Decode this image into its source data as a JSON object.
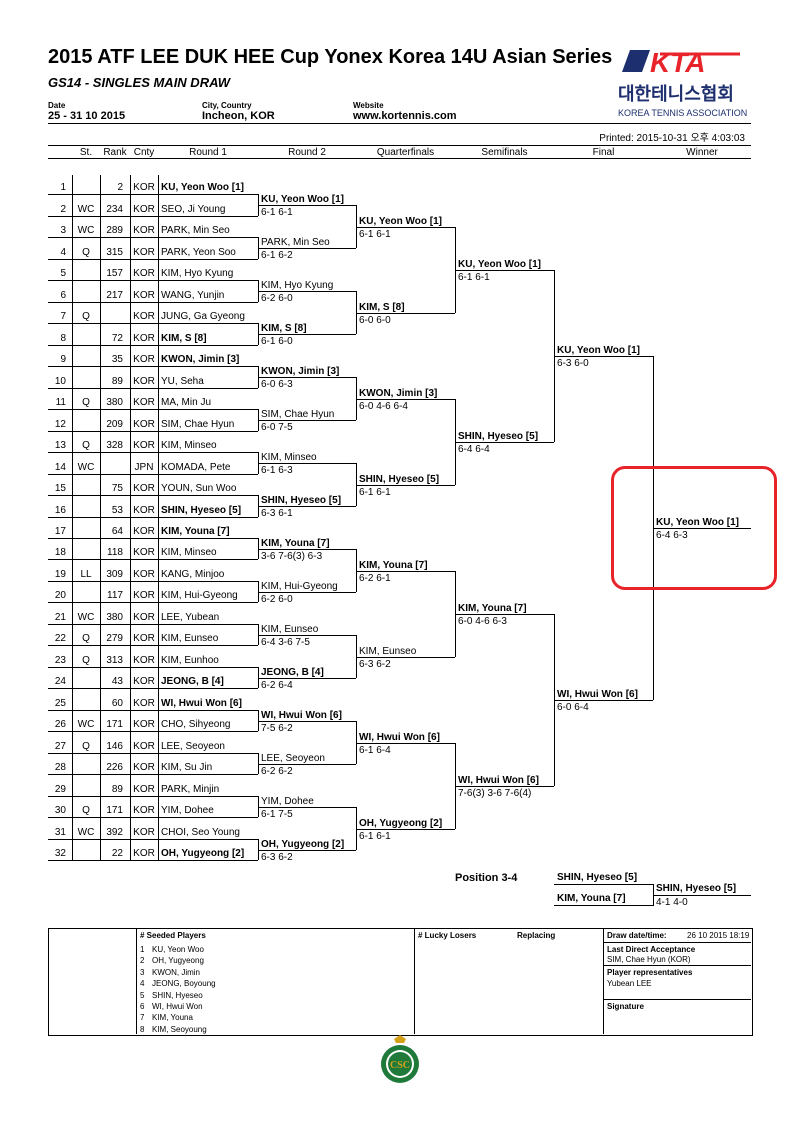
{
  "header": {
    "title": "2015 ATF LEE DUK HEE Cup Yonex Korea 14U Asian Series",
    "subtitle": "GS14 - SINGLES MAIN DRAW",
    "date_label": "Date",
    "date_value": "25 - 31 10 2015",
    "city_label": "City, Country",
    "city_value": "Incheon, KOR",
    "web_label": "Website",
    "web_value": "www.kortennis.com",
    "printed": "Printed: 2015-10-31 오후 4:03:03"
  },
  "logo": {
    "mark": "KTA",
    "korean": "대한테니스협회",
    "english": "KOREA TENNIS ASSOCIATION",
    "color": "#e8232a",
    "color2": "#1d2f6f"
  },
  "columns": {
    "st": "St.",
    "rank": "Rank",
    "cnty": "Cnty",
    "r1": "Round 1",
    "r2": "Round 2",
    "qf": "Quarterfinals",
    "sf": "Semifinals",
    "final": "Final",
    "winner": "Winner"
  },
  "entries": [
    {
      "n": "1",
      "st": "",
      "rank": "2",
      "cnty": "KOR",
      "name": "KU, Yeon Woo [1]",
      "bold": true
    },
    {
      "n": "2",
      "st": "WC",
      "rank": "234",
      "cnty": "KOR",
      "name": "SEO, Ji Young",
      "bold": false
    },
    {
      "n": "3",
      "st": "WC",
      "rank": "289",
      "cnty": "KOR",
      "name": "PARK, Min Seo",
      "bold": false
    },
    {
      "n": "4",
      "st": "Q",
      "rank": "315",
      "cnty": "KOR",
      "name": "PARK, Yeon Soo",
      "bold": false
    },
    {
      "n": "5",
      "st": "",
      "rank": "157",
      "cnty": "KOR",
      "name": "KIM, Hyo Kyung",
      "bold": false
    },
    {
      "n": "6",
      "st": "",
      "rank": "217",
      "cnty": "KOR",
      "name": "WANG, Yunjin",
      "bold": false
    },
    {
      "n": "7",
      "st": "Q",
      "rank": "",
      "cnty": "KOR",
      "name": "JUNG, Ga Gyeong",
      "bold": false
    },
    {
      "n": "8",
      "st": "",
      "rank": "72",
      "cnty": "KOR",
      "name": "KIM, S [8]",
      "bold": true
    },
    {
      "n": "9",
      "st": "",
      "rank": "35",
      "cnty": "KOR",
      "name": "KWON, Jimin [3]",
      "bold": true
    },
    {
      "n": "10",
      "st": "",
      "rank": "89",
      "cnty": "KOR",
      "name": "YU, Seha",
      "bold": false
    },
    {
      "n": "11",
      "st": "Q",
      "rank": "380",
      "cnty": "KOR",
      "name": "MA, Min Ju",
      "bold": false
    },
    {
      "n": "12",
      "st": "",
      "rank": "209",
      "cnty": "KOR",
      "name": "SIM, Chae Hyun",
      "bold": false
    },
    {
      "n": "13",
      "st": "Q",
      "rank": "328",
      "cnty": "KOR",
      "name": "KIM, Minseo",
      "bold": false
    },
    {
      "n": "14",
      "st": "WC",
      "rank": "",
      "cnty": "JPN",
      "name": "KOMADA, Pete",
      "bold": false
    },
    {
      "n": "15",
      "st": "",
      "rank": "75",
      "cnty": "KOR",
      "name": "YOUN, Sun Woo",
      "bold": false
    },
    {
      "n": "16",
      "st": "",
      "rank": "53",
      "cnty": "KOR",
      "name": "SHIN, Hyeseo [5]",
      "bold": true
    },
    {
      "n": "17",
      "st": "",
      "rank": "64",
      "cnty": "KOR",
      "name": "KIM, Youna [7]",
      "bold": true
    },
    {
      "n": "18",
      "st": "",
      "rank": "118",
      "cnty": "KOR",
      "name": "KIM, Minseo",
      "bold": false
    },
    {
      "n": "19",
      "st": "LL",
      "rank": "309",
      "cnty": "KOR",
      "name": "KANG, Minjoo",
      "bold": false
    },
    {
      "n": "20",
      "st": "",
      "rank": "117",
      "cnty": "KOR",
      "name": "KIM, Hui-Gyeong",
      "bold": false
    },
    {
      "n": "21",
      "st": "WC",
      "rank": "380",
      "cnty": "KOR",
      "name": "LEE, Yubean",
      "bold": false
    },
    {
      "n": "22",
      "st": "Q",
      "rank": "279",
      "cnty": "KOR",
      "name": "KIM, Eunseo",
      "bold": false
    },
    {
      "n": "23",
      "st": "Q",
      "rank": "313",
      "cnty": "KOR",
      "name": "KIM, Eunhoo",
      "bold": false
    },
    {
      "n": "24",
      "st": "",
      "rank": "43",
      "cnty": "KOR",
      "name": "JEONG, B [4]",
      "bold": true
    },
    {
      "n": "25",
      "st": "",
      "rank": "60",
      "cnty": "KOR",
      "name": "WI, Hwui Won [6]",
      "bold": true
    },
    {
      "n": "26",
      "st": "WC",
      "rank": "171",
      "cnty": "KOR",
      "name": "CHO, Sihyeong",
      "bold": false
    },
    {
      "n": "27",
      "st": "Q",
      "rank": "146",
      "cnty": "KOR",
      "name": "LEE, Seoyeon",
      "bold": false
    },
    {
      "n": "28",
      "st": "",
      "rank": "226",
      "cnty": "KOR",
      "name": "KIM, Su Jin",
      "bold": false
    },
    {
      "n": "29",
      "st": "",
      "rank": "89",
      "cnty": "KOR",
      "name": "PARK, Minjin",
      "bold": false
    },
    {
      "n": "30",
      "st": "Q",
      "rank": "171",
      "cnty": "KOR",
      "name": "YIM, Dohee",
      "bold": false
    },
    {
      "n": "31",
      "st": "WC",
      "rank": "392",
      "cnty": "KOR",
      "name": "CHOI, Seo Young",
      "bold": false
    },
    {
      "n": "32",
      "st": "",
      "rank": "22",
      "cnty": "KOR",
      "name": "OH, Yugyeong [2]",
      "bold": true
    }
  ],
  "round2": [
    {
      "name": "KU, Yeon Woo [1]",
      "score": "6-1 6-1",
      "bold": true
    },
    {
      "name": "PARK, Min Seo",
      "score": "6-1 6-2",
      "bold": false
    },
    {
      "name": "KIM, Hyo Kyung",
      "score": "6-2 6-0",
      "bold": false
    },
    {
      "name": "KIM, S [8]",
      "score": "6-1 6-0",
      "bold": true
    },
    {
      "name": "KWON, Jimin [3]",
      "score": "6-0 6-3",
      "bold": true
    },
    {
      "name": "SIM, Chae Hyun",
      "score": "6-0 7-5",
      "bold": false
    },
    {
      "name": "KIM, Minseo",
      "score": "6-1 6-3",
      "bold": false
    },
    {
      "name": "SHIN, Hyeseo [5]",
      "score": "6-3 6-1",
      "bold": true
    },
    {
      "name": "KIM, Youna [7]",
      "score": "3-6 7-6(3) 6-3",
      "bold": true
    },
    {
      "name": "KIM, Hui-Gyeong",
      "score": "6-2 6-0",
      "bold": false
    },
    {
      "name": "KIM, Eunseo",
      "score": "6-4 3-6 7-5",
      "bold": false
    },
    {
      "name": "JEONG, B [4]",
      "score": "6-2 6-4",
      "bold": true
    },
    {
      "name": "WI, Hwui Won [6]",
      "score": "7-5 6-2",
      "bold": true
    },
    {
      "name": "LEE, Seoyeon",
      "score": "6-2 6-2",
      "bold": false
    },
    {
      "name": "YIM, Dohee",
      "score": "6-1 7-5",
      "bold": false
    },
    {
      "name": "OH, Yugyeong [2]",
      "score": "6-3 6-2",
      "bold": true
    }
  ],
  "quarterfinals": [
    {
      "name": "KU, Yeon Woo [1]",
      "score": "6-1 6-1",
      "bold": true
    },
    {
      "name": "KIM, S [8]",
      "score": "6-0 6-0",
      "bold": true
    },
    {
      "name": "KWON, Jimin [3]",
      "score": "6-0 4-6 6-4",
      "bold": true
    },
    {
      "name": "SHIN, Hyeseo [5]",
      "score": "6-1 6-1",
      "bold": true
    },
    {
      "name": "KIM, Youna [7]",
      "score": "6-2 6-1",
      "bold": true
    },
    {
      "name": "KIM, Eunseo",
      "score": "6-3 6-2",
      "bold": false
    },
    {
      "name": "WI, Hwui Won [6]",
      "score": "6-1 6-4",
      "bold": true
    },
    {
      "name": "OH, Yugyeong [2]",
      "score": "6-1 6-1",
      "bold": true
    }
  ],
  "semifinals": [
    {
      "name": "KU, Yeon Woo [1]",
      "score": "6-1 6-1",
      "bold": true
    },
    {
      "name": "SHIN, Hyeseo [5]",
      "score": "6-4 6-4",
      "bold": true
    },
    {
      "name": "KIM, Youna [7]",
      "score": "6-0 4-6 6-3",
      "bold": true
    },
    {
      "name": "WI, Hwui Won [6]",
      "score": "7-6(3) 3-6 7-6(4)",
      "bold": true
    }
  ],
  "final": [
    {
      "name": "KU, Yeon Woo [1]",
      "score": "6-3 6-0",
      "bold": true
    },
    {
      "name": "WI, Hwui Won [6]",
      "score": "6-0 6-4",
      "bold": true
    }
  ],
  "winner": {
    "name": "KU, Yeon Woo [1]",
    "score": "6-4 6-3"
  },
  "position34": {
    "label": "Position 3-4",
    "p1": "SHIN, Hyeseo [5]",
    "p2": "KIM, Youna [7]",
    "winner": "SHIN, Hyeseo [5]",
    "score": "4-1 4-0"
  },
  "footer": {
    "seeded_label": "# Seeded Players",
    "seeds": [
      {
        "n": "1",
        "name": "KU, Yeon Woo"
      },
      {
        "n": "2",
        "name": "OH, Yugyeong"
      },
      {
        "n": "3",
        "name": "KWON, Jimin"
      },
      {
        "n": "4",
        "name": "JEONG, Boyoung"
      },
      {
        "n": "5",
        "name": "SHIN, Hyeseo"
      },
      {
        "n": "6",
        "name": "WI, Hwui Won"
      },
      {
        "n": "7",
        "name": "KIM, Youna"
      },
      {
        "n": "8",
        "name": "KIM, Seoyoung"
      }
    ],
    "ll_label": "# Lucky Losers",
    "replacing_label": "Replacing",
    "drawdate_label": "Draw date/time:",
    "drawdate_value": "26 10 2015 18:19",
    "lda_label": "Last Direct Acceptance",
    "lda_value": "SIM, Chae Hyun (KOR)",
    "reps_label": "Player representatives",
    "reps_value": "Yubean LEE",
    "signature_label": "Signature"
  },
  "emblem": {
    "letters": "CSC",
    "color": "#1f7a3a",
    "accent": "#d4a017"
  },
  "highlight_color": "#e8232a"
}
